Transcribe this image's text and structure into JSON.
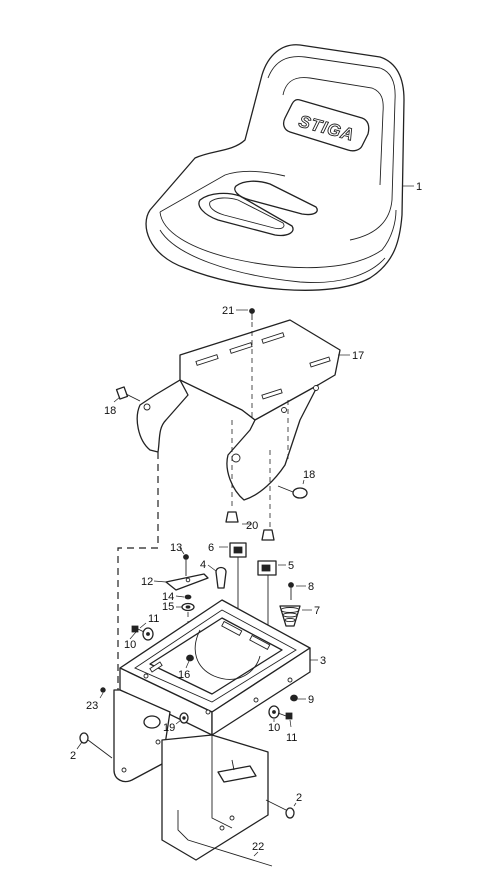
{
  "brand_logo": "STIGA",
  "callouts": {
    "seat": "1",
    "console_bracket": "2",
    "console_bracket_lower": "2",
    "seat_frame": "3",
    "actuator_pin": "4",
    "safety_switch_right": "5",
    "safety_switch_left": "6",
    "spring_cone": "7",
    "screw_right": "8",
    "nut_right": "9",
    "washer_left": "10",
    "washer_right": "10",
    "bolt_left": "11",
    "bolt_right": "11",
    "switch_plate": "12",
    "screw_left": "13",
    "washer_small": "14",
    "washer_flat": "15",
    "nut_center": "16",
    "seat_plate": "17",
    "bolt_plate_left": "18",
    "bolt_plate_right": "18",
    "grommet": "19",
    "clip": "20",
    "screw_top": "21",
    "rod": "22",
    "nut_left": "23"
  }
}
